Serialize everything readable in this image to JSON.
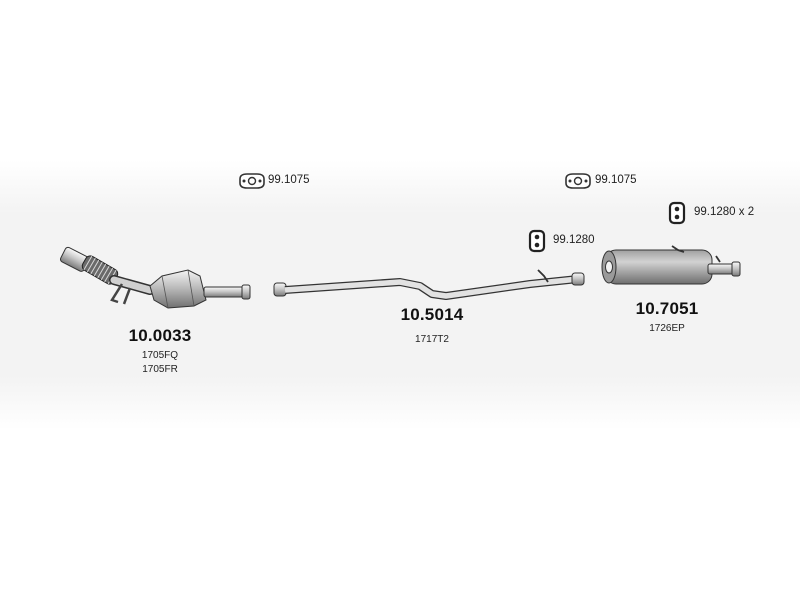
{
  "parts": [
    {
      "part_number": "10.0033",
      "refs": [
        "1705FQ",
        "1705FR"
      ]
    },
    {
      "part_number": "10.5014",
      "refs": [
        "1717T2"
      ]
    },
    {
      "part_number": "10.7051",
      "refs": [
        "1726EP"
      ]
    }
  ],
  "hardware": [
    {
      "label": "99.1075",
      "icon": "gasket-icon"
    },
    {
      "label": "99.1075",
      "icon": "gasket-icon"
    },
    {
      "label": "99.1280",
      "icon": "rubber-hanger-icon"
    },
    {
      "label": "99.1280 x 2",
      "icon": "rubber-hanger-icon"
    }
  ]
}
